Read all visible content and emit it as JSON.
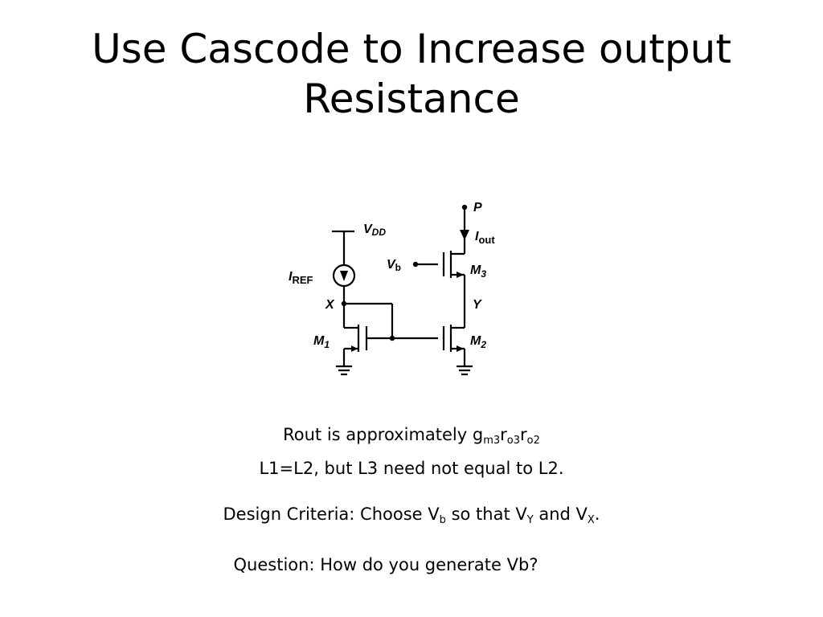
{
  "slide": {
    "title_line1": "Use Cascode to Increase output",
    "title_line2": "Resistance"
  },
  "circuit": {
    "labels": {
      "vdd_main": "V",
      "vdd_sub": "DD",
      "p": "P",
      "iout_main": "I",
      "iout_sub": "out",
      "vb_main": "V",
      "vb_sub": "b",
      "m3_main": "M",
      "m3_sub": "3",
      "iref_main": "I",
      "iref_sub": "REF",
      "x": "X",
      "y": "Y",
      "m1_main": "M",
      "m1_sub": "1",
      "m2_main": "M",
      "m2_sub": "2"
    }
  },
  "notes": {
    "rout": {
      "text": "Rout is approximately g",
      "s1": "m3",
      "t2": "r",
      "s2": "o3",
      "t3": "r",
      "s3": "o2"
    },
    "lengths": "L1=L2, but L3 need not equal to L2.",
    "design": {
      "t1": "Design Criteria: Choose V",
      "s1": "b",
      "t2": " so that V",
      "s2": "Y",
      "t3": " and V",
      "s3": "X",
      "t4": "."
    },
    "question": "Question: How do you generate Vb?"
  }
}
